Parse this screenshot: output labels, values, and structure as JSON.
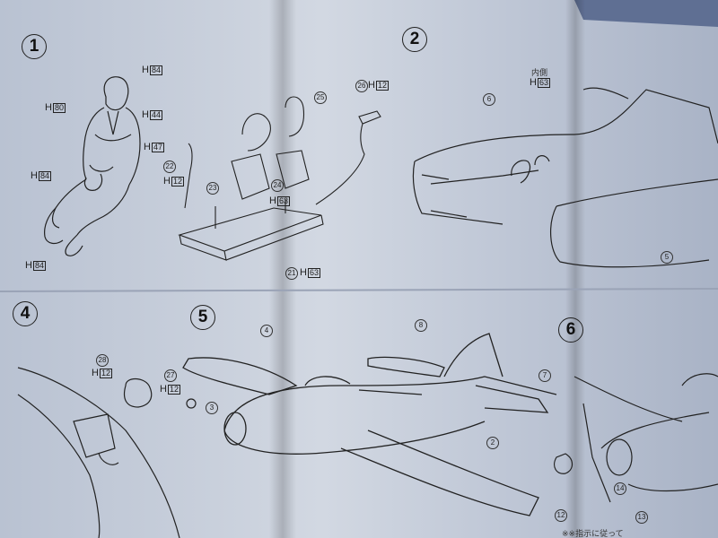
{
  "steps": {
    "s1": "1",
    "s2": "2",
    "s4": "4",
    "s5": "5",
    "s6": "6"
  },
  "step1_labels": {
    "head": "H",
    "head_no": "84",
    "collar": "H",
    "collar_no": "80",
    "strap": "H",
    "strap_no": "44",
    "torso": "H",
    "torso_no": "47",
    "arm": "H",
    "arm_no": "84",
    "boots": "H",
    "boots_no": "84"
  },
  "parts_labels": {
    "p22": "22",
    "p22_h": "H",
    "p22_no": "12",
    "p23": "23",
    "p24": "24",
    "p25": "25",
    "p26": "26",
    "p26_h": "H",
    "p26_no": "12",
    "seat_h": "H",
    "seat_no": "63",
    "p21": "21",
    "p21_h": "H",
    "p21_no": "63"
  },
  "step2_labels": {
    "inside_jp": "内側",
    "inside_h": "H",
    "inside_no": "63",
    "p6": "6",
    "p5": "5"
  },
  "step4_labels": {
    "p28": "28",
    "p28_h": "H",
    "p28_no": "12",
    "p27": "27",
    "p27_h": "H",
    "p27_no": "12",
    "p3": "3"
  },
  "step5_labels": {
    "p4": "4",
    "p8": "8",
    "p7": "7",
    "p2": "2"
  },
  "step6_labels": {
    "p14": "14",
    "p13": "13",
    "p12": "12"
  },
  "footer_text": "※※指示に従って"
}
